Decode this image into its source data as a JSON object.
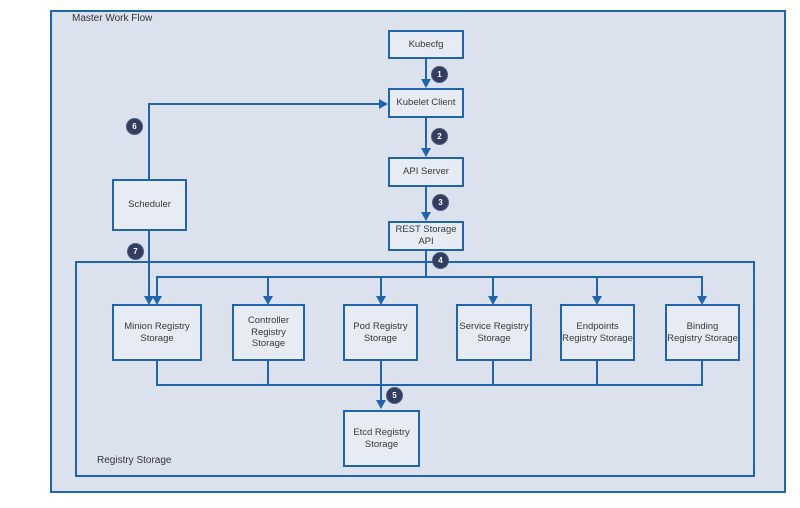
{
  "title": "Master Work Flow",
  "registry_group": "Registry Storage",
  "colors": {
    "line": "#2065ab",
    "canvas_fill": "#dbe2ee",
    "node_fill": "#e6ebf4",
    "badge_fill": "#333e5e",
    "badge_border": "#4d5c84",
    "text": "#3a3a3a",
    "page_background": "#ffffff"
  },
  "nodes": {
    "kubecfg": {
      "lines": [
        "Kubecfg"
      ]
    },
    "kubelet_client": {
      "lines": [
        "Kubelet Client"
      ]
    },
    "api_server": {
      "lines": [
        "API Server"
      ]
    },
    "rest_storage_api": {
      "lines": [
        "REST Storage",
        "API"
      ]
    },
    "scheduler": {
      "lines": [
        "Scheduler"
      ]
    },
    "minion_registry": {
      "lines": [
        "Minion Registry",
        "Storage"
      ]
    },
    "controller_registry": {
      "lines": [
        "Controller",
        "Registry Storage"
      ]
    },
    "pod_registry": {
      "lines": [
        "Pod Registry",
        "Storage"
      ]
    },
    "service_registry": {
      "lines": [
        "Service Registry",
        "Storage"
      ]
    },
    "endpoints_registry": {
      "lines": [
        "Endpoints",
        "Registry Storage"
      ]
    },
    "binding_registry": {
      "lines": [
        "Binding",
        "Registry Storage"
      ]
    },
    "etcd_registry": {
      "lines": [
        "Etcd Registry",
        "Storage"
      ]
    }
  },
  "steps": {
    "s1": "1",
    "s2": "2",
    "s3": "3",
    "s4": "4",
    "s5": "5",
    "s6": "6",
    "s7": "7"
  }
}
